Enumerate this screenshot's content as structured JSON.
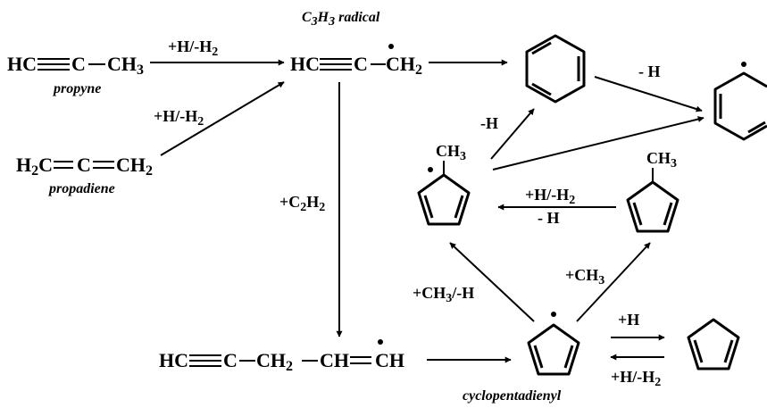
{
  "molecules": {
    "propyne": {
      "left": "HC",
      "mid": "C",
      "right": "CH",
      "right_sub": "3",
      "name": "propyne"
    },
    "propadiene": {
      "h": "H",
      "h_sub": "2",
      "c1": "C",
      "c2": "C",
      "right": "CH",
      "right_sub": "2",
      "name": "propadiene"
    },
    "c3h3": {
      "label_c": "C",
      "label_c_sub": "3",
      "label_h": "H",
      "label_h_sub": "3",
      "label_rest": " radical",
      "left": "HC",
      "mid": "C",
      "right": "CH",
      "right_sub": "2"
    },
    "c5h5_chain": {
      "left": "HC",
      "c2": "C",
      "ch2": "CH",
      "ch2_sub": "2",
      "ch": "CH",
      "last": "CH"
    },
    "methylcpd_radical": {
      "ch3": "CH",
      "ch3_sub": "3"
    },
    "methylcpd": {
      "ch3": "CH",
      "ch3_sub": "3"
    },
    "cyclopentadienyl": {
      "name": "cyclopentadienyl"
    }
  },
  "reactions": {
    "propyne_to_c3h3": {
      "plus": "+H/-H",
      "sub": "2"
    },
    "propadiene_to_c3h3": {
      "plus": "+H/-H",
      "sub": "2"
    },
    "c3h3_plus_c2h2": {
      "a": "+C",
      "a_sub": "2",
      "b": "H",
      "b_sub": "2"
    },
    "benzene_to_phenyl": {
      "label": "- H"
    },
    "methylcpd_radical_to_benzene": {
      "label": "-H"
    },
    "methylcpd_to_radical": {
      "top": "+H/-H",
      "top_sub": "2",
      "bottom": "- H"
    },
    "cpd_radical_plus_ch3h": {
      "label": "+CH",
      "sub": "3",
      "rest": "/-H"
    },
    "cpd_radical_plus_ch3": {
      "label": "+CH",
      "sub": "3"
    },
    "cpd_radical_to_cpd": {
      "top": "+H",
      "bottom": "+H/-H",
      "bottom_sub": "2"
    }
  }
}
